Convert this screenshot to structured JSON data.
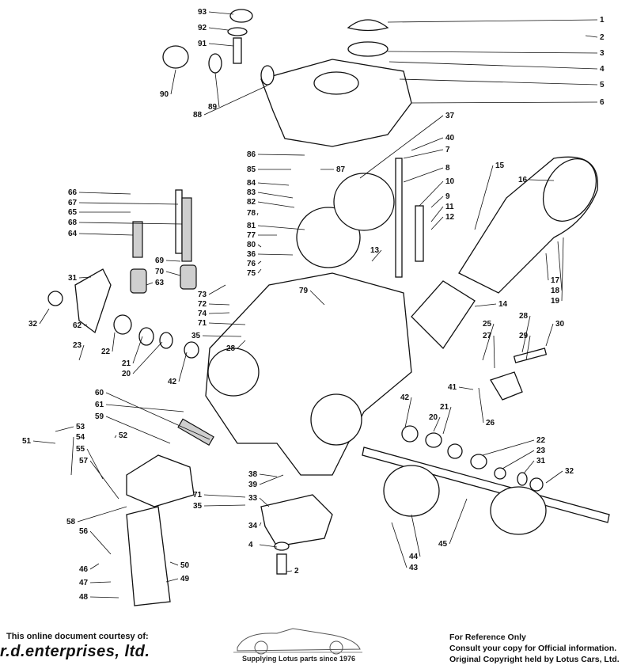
{
  "diagram": {
    "title": "Carburettor exploded parts diagram",
    "labels": [
      "93",
      "92",
      "91",
      "1",
      "2",
      "3",
      "4",
      "5",
      "6",
      "90",
      "89",
      "88",
      "37",
      "86",
      "40",
      "7",
      "85",
      "87",
      "8",
      "15",
      "16",
      "84",
      "66",
      "67",
      "83",
      "10",
      "82",
      "65",
      "68",
      "9",
      "11",
      "12",
      "78",
      "64",
      "81",
      "77",
      "80",
      "13",
      "36",
      "76",
      "69",
      "75",
      "17",
      "18",
      "19",
      "31",
      "70",
      "63",
      "73",
      "72",
      "79",
      "14",
      "74",
      "71",
      "32",
      "62",
      "25",
      "28",
      "27",
      "29",
      "30",
      "35",
      "28",
      "23",
      "22",
      "21",
      "20",
      "42",
      "41",
      "26",
      "60",
      "61",
      "42",
      "21",
      "20",
      "59",
      "51",
      "53",
      "52",
      "54",
      "55",
      "57",
      "22",
      "23",
      "31",
      "32",
      "38",
      "39",
      "71",
      "35",
      "33",
      "58",
      "56",
      "34",
      "45",
      "4",
      "44",
      "43",
      "46",
      "50",
      "2",
      "47",
      "49",
      "48"
    ]
  },
  "footer": {
    "courtesy": "This online document courtesy of:",
    "brand": "r.d.enterprises, ltd.",
    "tagline": "Supplying Lotus parts since 1976",
    "note1": "For Reference Only",
    "note2": "Consult your copy for Official information.",
    "note3": "Original Copyright held by Lotus Cars, Ltd."
  }
}
